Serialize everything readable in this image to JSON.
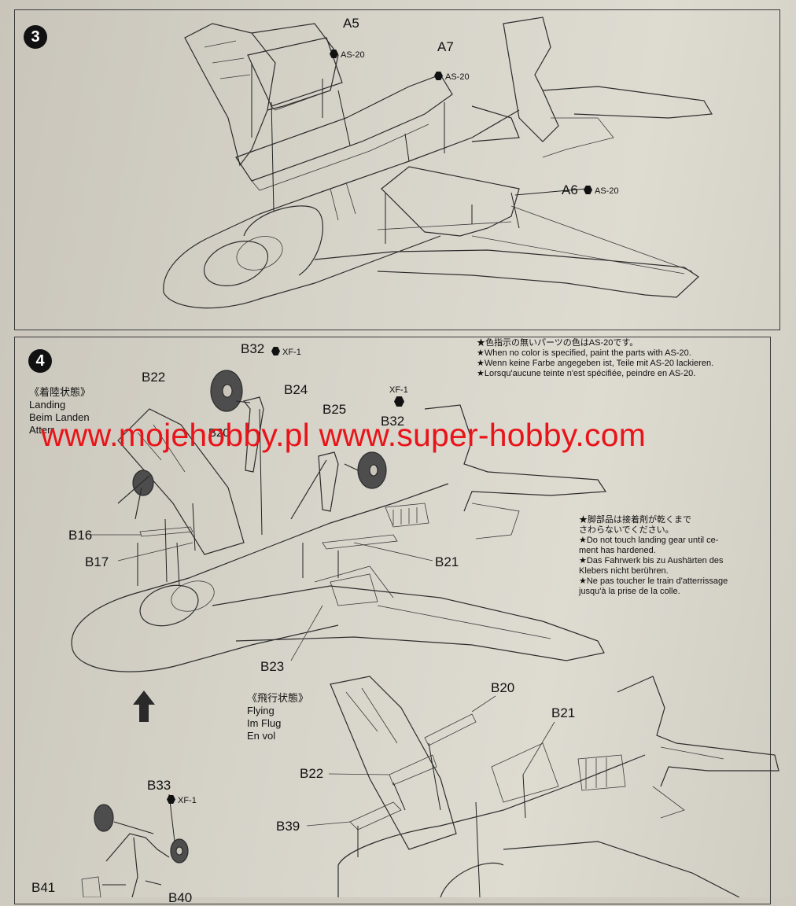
{
  "step3": {
    "number": "3",
    "parts": [
      {
        "id": "A5",
        "paint": "AS-20"
      },
      {
        "id": "A7",
        "paint": "AS-20"
      },
      {
        "id": "A6",
        "paint": "AS-20"
      }
    ]
  },
  "step4": {
    "number": "4",
    "color_note": [
      "★色指示の無いパーツの色はAS-20です。",
      "★When no color is specified, paint the parts with AS-20.",
      "★Wenn keine Farbe angegeben ist, Teile mit AS-20 lackieren.",
      "★Lorsqu'aucune teinte n'est spécifiée, peindre en AS-20."
    ],
    "landing_mode": [
      "《着陸状態》",
      "Landing",
      "Beim Landen",
      "Atterr"
    ],
    "flying_mode": [
      "《飛行状態》",
      "Flying",
      "Im Flug",
      "En vol"
    ],
    "gear_note": [
      "★脚部品は接着剤が乾くまで",
      "さわらないでください。",
      "★Do not touch landing gear until ce-",
      "ment has hardened.",
      "★Das Fahrwerk bis zu Aushärten des",
      "Klebers nicht berühren.",
      "★Ne pas toucher le train d'atterrissage",
      "jusqu'à la prise de la colle."
    ],
    "labels": {
      "b32a": "B32",
      "b32a_paint": "XF-1",
      "b32b": "B32",
      "b32b_paint": "XF-1",
      "b22a": "B22",
      "b24": "B24",
      "b25": "B25",
      "b20a": "B20",
      "b16": "B16",
      "b17": "B17",
      "b21a": "B21",
      "b23": "B23",
      "b20b": "B20",
      "b21b": "B21",
      "b22b": "B22",
      "b39": "B39",
      "b33": "B33",
      "b33_paint": "XF-1",
      "b41": "B41",
      "b40": "B40"
    }
  },
  "watermark": "www.mojehobby.pl www.super-hobby.com"
}
